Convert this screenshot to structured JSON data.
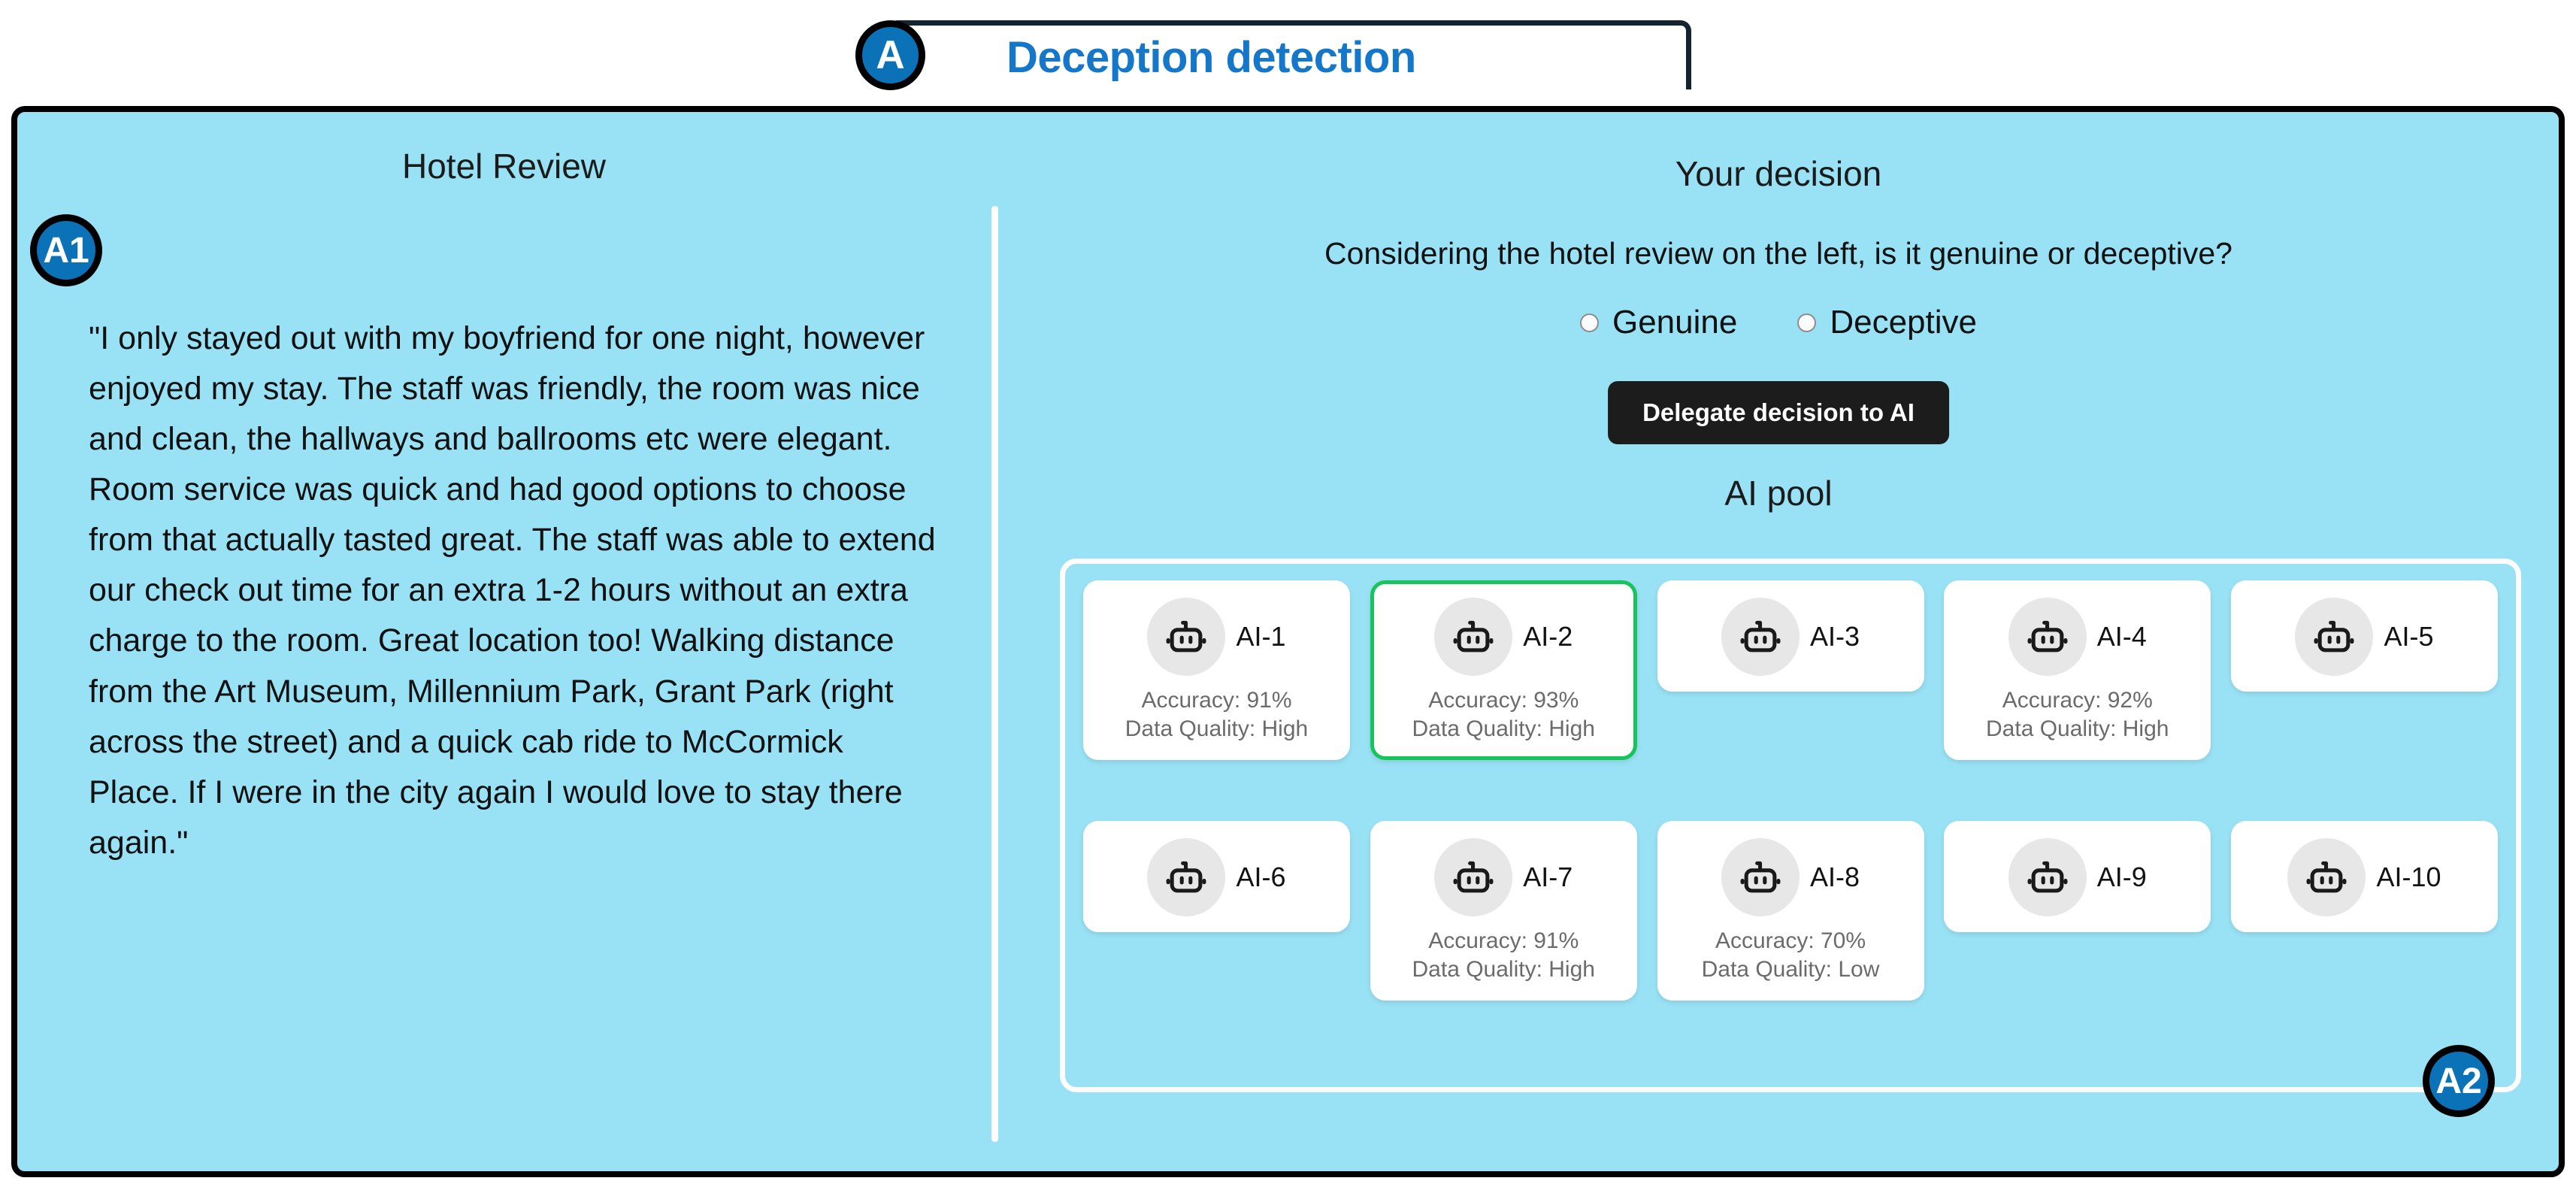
{
  "header": {
    "badge": "A",
    "title": "Deception detection"
  },
  "badges": {
    "a1": "A1",
    "a2": "A2"
  },
  "colors": {
    "panel_background": "#99e2f5",
    "badge_blue": "#0b72b8",
    "title_blue": "#1477c9",
    "selected_green": "#16c45a",
    "button_black": "#1c1c1c",
    "card_white": "#ffffff",
    "avatar_grey": "#e7e7e7",
    "stats_grey": "#6b6b6b",
    "divider_white": "#fdfdfd",
    "panel_border": "#000000",
    "header_border": "#13232f"
  },
  "review": {
    "heading": "Hotel Review",
    "text": "\"I only stayed out with my boyfriend for one night, however enjoyed my stay. The staff was friendly, the room was nice and clean, the hallways and ballrooms etc were elegant. Room service was quick and had good options to choose from that actually tasted great. The staff was able to extend our check out time for an extra 1-2 hours without an extra charge to the room. Great location too! Walking distance from the Art Museum, Millennium Park, Grant Park (right across the street) and a quick cab ride to McCormick Place. If I were in the city again I would love to stay there again.\""
  },
  "decision": {
    "heading": "Your decision",
    "question": "Considering the hotel review on the left, is it genuine or deceptive?",
    "options": [
      {
        "label": "Genuine",
        "selected": false
      },
      {
        "label": "Deceptive",
        "selected": false
      }
    ],
    "delegate_button": "Delegate decision to AI"
  },
  "ai_pool": {
    "heading": "AI pool",
    "stat_labels": {
      "accuracy": "Accuracy:",
      "data_quality": "Data Quality:"
    },
    "rows": [
      [
        {
          "name": "AI-1",
          "accuracy": "91%",
          "data_quality": "High",
          "has_stats": true,
          "selected": false,
          "icon": "robot-icon",
          "stats_line1": "Accuracy: 91%",
          "stats_line2": "Data Quality: High"
        },
        {
          "name": "AI-2",
          "accuracy": "93%",
          "data_quality": "High",
          "has_stats": true,
          "selected": true,
          "icon": "robot-icon",
          "stats_line1": "Accuracy: 93%",
          "stats_line2": "Data Quality: High"
        },
        {
          "name": "AI-3",
          "accuracy": "",
          "data_quality": "",
          "has_stats": false,
          "selected": false,
          "icon": "robot-icon",
          "stats_line1": "",
          "stats_line2": ""
        },
        {
          "name": "AI-4",
          "accuracy": "92%",
          "data_quality": "High",
          "has_stats": true,
          "selected": false,
          "icon": "robot-icon",
          "stats_line1": "Accuracy: 92%",
          "stats_line2": "Data Quality: High"
        },
        {
          "name": "AI-5",
          "accuracy": "",
          "data_quality": "",
          "has_stats": false,
          "selected": false,
          "icon": "robot-icon",
          "stats_line1": "",
          "stats_line2": ""
        }
      ],
      [
        {
          "name": "AI-6",
          "accuracy": "",
          "data_quality": "",
          "has_stats": false,
          "selected": false,
          "icon": "robot-icon",
          "stats_line1": "",
          "stats_line2": ""
        },
        {
          "name": "AI-7",
          "accuracy": "91%",
          "data_quality": "High",
          "has_stats": true,
          "selected": false,
          "icon": "robot-icon",
          "stats_line1": "Accuracy: 91%",
          "stats_line2": "Data Quality: High"
        },
        {
          "name": "AI-8",
          "accuracy": "70%",
          "data_quality": "Low",
          "has_stats": true,
          "selected": false,
          "icon": "robot-icon",
          "stats_line1": "Accuracy: 70%",
          "stats_line2": "Data Quality: Low"
        },
        {
          "name": "AI-9",
          "accuracy": "",
          "data_quality": "",
          "has_stats": false,
          "selected": false,
          "icon": "robot-icon",
          "stats_line1": "",
          "stats_line2": ""
        },
        {
          "name": "AI-10",
          "accuracy": "",
          "data_quality": "",
          "has_stats": false,
          "selected": false,
          "icon": "robot-icon",
          "stats_line1": "",
          "stats_line2": ""
        }
      ]
    ]
  }
}
